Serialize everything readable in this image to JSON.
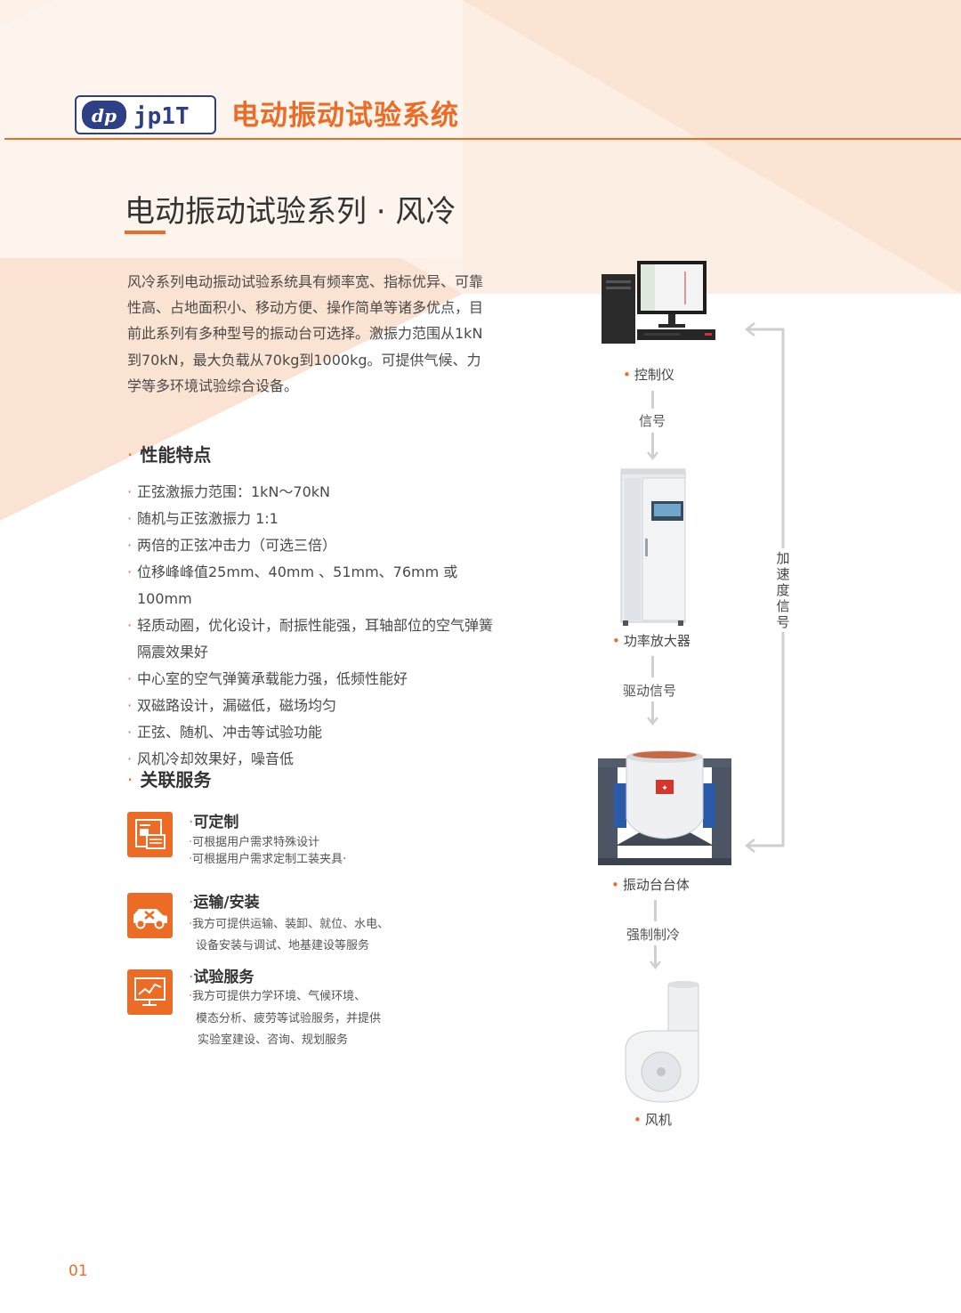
{
  "header": {
    "logo_text": "jp1T",
    "title": "电动振动试验系统"
  },
  "page_heading": "电动振动试验系列 · 风冷",
  "intro": "风冷系列电动振动试验系统具有频率宽、指标优异、可靠性高、占地面积小、移动方便、操作简单等诸多优点，目前此系列有多种型号的振动台可选择。激振力范围从1kN到70kN，最大负载从70kg到1000kg。可提供气候、力学等多环境试验综合设备。",
  "features_section": {
    "title": "性能特点",
    "items": [
      "正弦激振力范围：1kN～70kN",
      "随机与正弦激振力 1:1",
      "两倍的正弦冲击力（可选三倍）",
      "位移峰峰值25mm、40mm 、51mm、76mm 或100mm",
      "轻质动圈，优化设计，耐振性能强，耳轴部位的空气弹簧隔震效果好",
      "中心室的空气弹簧承载能力强，低频性能好",
      "双磁路设计，漏磁低，磁场均匀",
      "正弦、随机、冲击等试验功能",
      "风机冷却效果好，噪音低"
    ]
  },
  "services_section": {
    "title": "关联服务",
    "items": [
      {
        "icon": "customize-icon",
        "title": "可定制",
        "lines": [
          "可根据用户需求特殊设计",
          "可根据用户需求定制工装夹具·"
        ]
      },
      {
        "icon": "transport-icon",
        "title": "运输/安装",
        "lines": [
          "我方可提供运输、装卸、就位、水电、",
          "设备安装与调试、地基建设等服务"
        ]
      },
      {
        "icon": "test-service-icon",
        "title": "试验服务",
        "lines": [
          "我方可提供力学环境、气候环境、",
          "模态分析、疲劳等试验服务，并提供",
          "实验室建设、咨询、规划服务"
        ]
      }
    ]
  },
  "diagram": {
    "nodes": [
      "控制仪",
      "功率放大器",
      "振动台台体",
      "风机"
    ],
    "signals": [
      "信号",
      "驱动信号",
      "强制制冷"
    ],
    "feedback_label": "加速度信号"
  },
  "page_number": "01",
  "colors": {
    "accent": "#ec6b25",
    "peach_bg": "#fcebe0",
    "logo_blue": "#2d3f86"
  }
}
